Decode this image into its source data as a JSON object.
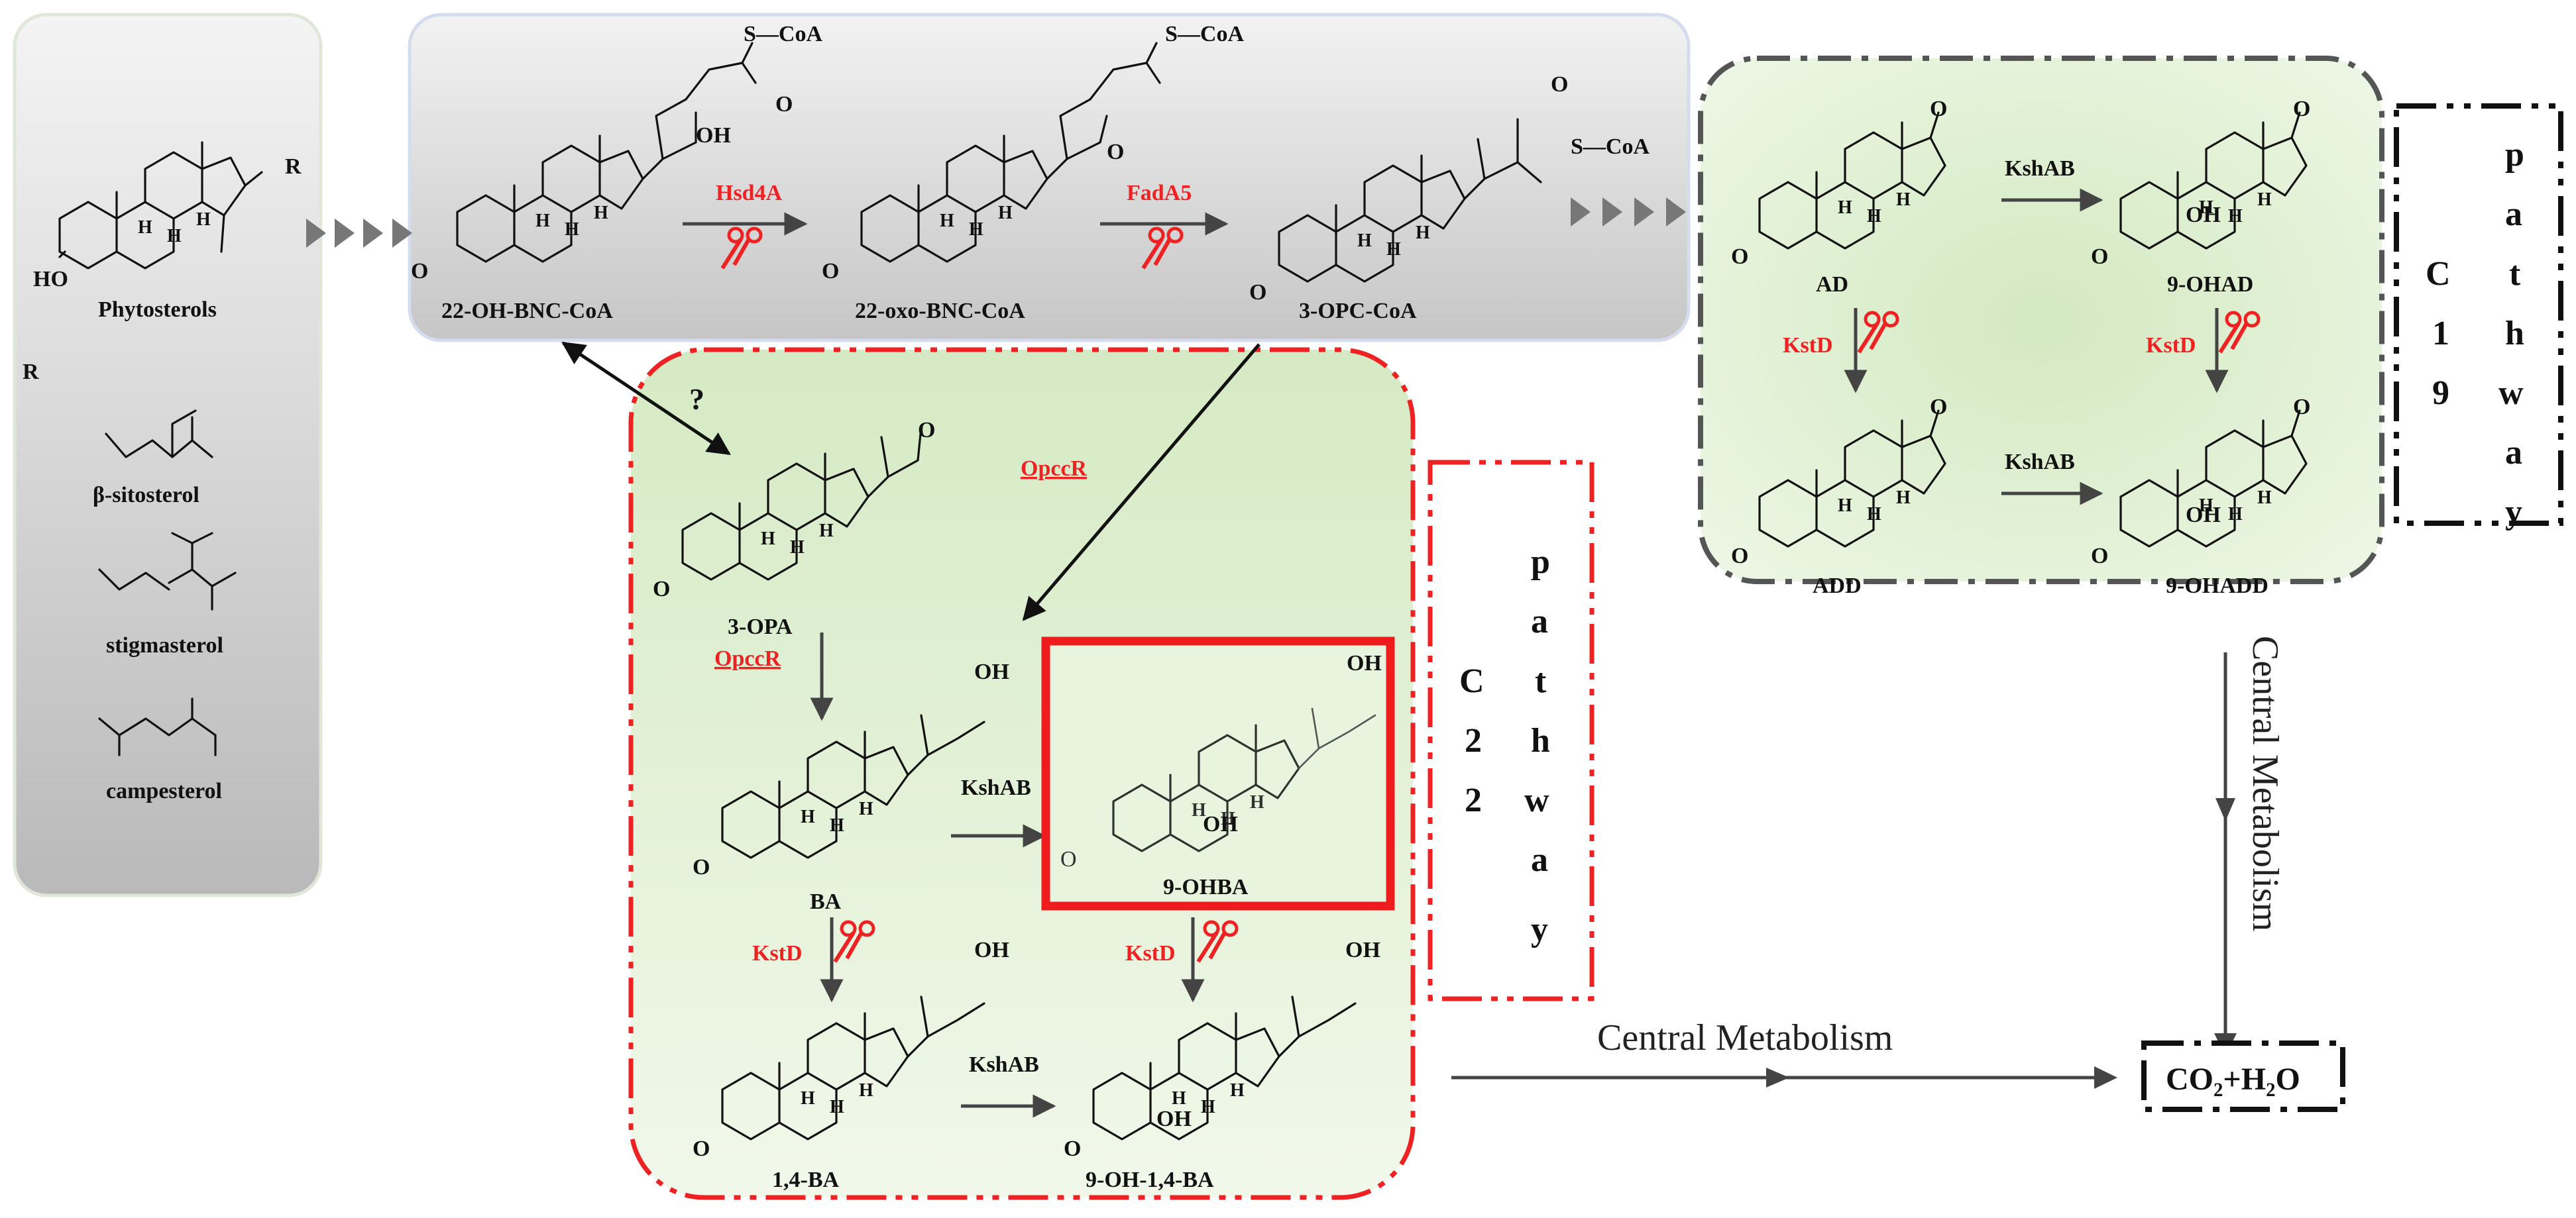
{
  "phytosterols": {
    "title": "Phytosterols",
    "r_label": "R",
    "ho_label": "HO",
    "side_r": "R",
    "subs": [
      "β-sitosterol",
      "stigmasterol",
      "campesterol"
    ]
  },
  "top_row": {
    "compounds": [
      "22-OH-BNC-CoA",
      "22-oxo-BNC-CoA",
      "3-OPC-CoA"
    ],
    "enzymes": [
      "Hsd4A",
      "FadA5"
    ],
    "coa": "S—CoA",
    "oh": "OH"
  },
  "c22": {
    "question": "?",
    "compounds": [
      "3-OPA",
      "BA",
      "9-OHBA",
      "1,4-BA",
      "9-OH-1,4-BA"
    ],
    "opccr": "OpccR",
    "kshab": "KshAB",
    "kstd": "KstD",
    "pathway_letters": [
      "C",
      "2",
      "2"
    ],
    "pathway_word": [
      "p",
      "a",
      "t",
      "h",
      "w",
      "a",
      "y"
    ]
  },
  "c19": {
    "compounds": [
      "AD",
      "9-OHAD",
      "ADD",
      "9-OHADD"
    ],
    "kshab": "KshAB",
    "kstd": "KstD",
    "pathway_letters": [
      "C",
      "1",
      "9"
    ],
    "pathway_word": [
      "p",
      "a",
      "t",
      "h",
      "w",
      "a",
      "y"
    ]
  },
  "central": {
    "horizontal": "Central Metabolism",
    "vertical": "Central Metabolism",
    "product": "CO₂+H₂O"
  },
  "atoms": {
    "O": "O",
    "H": "H",
    "OH": "OH"
  },
  "colors": {
    "red": "#ee2222",
    "green_panel": "#e3f1d6",
    "gray_panel": "#d9d9d9"
  }
}
